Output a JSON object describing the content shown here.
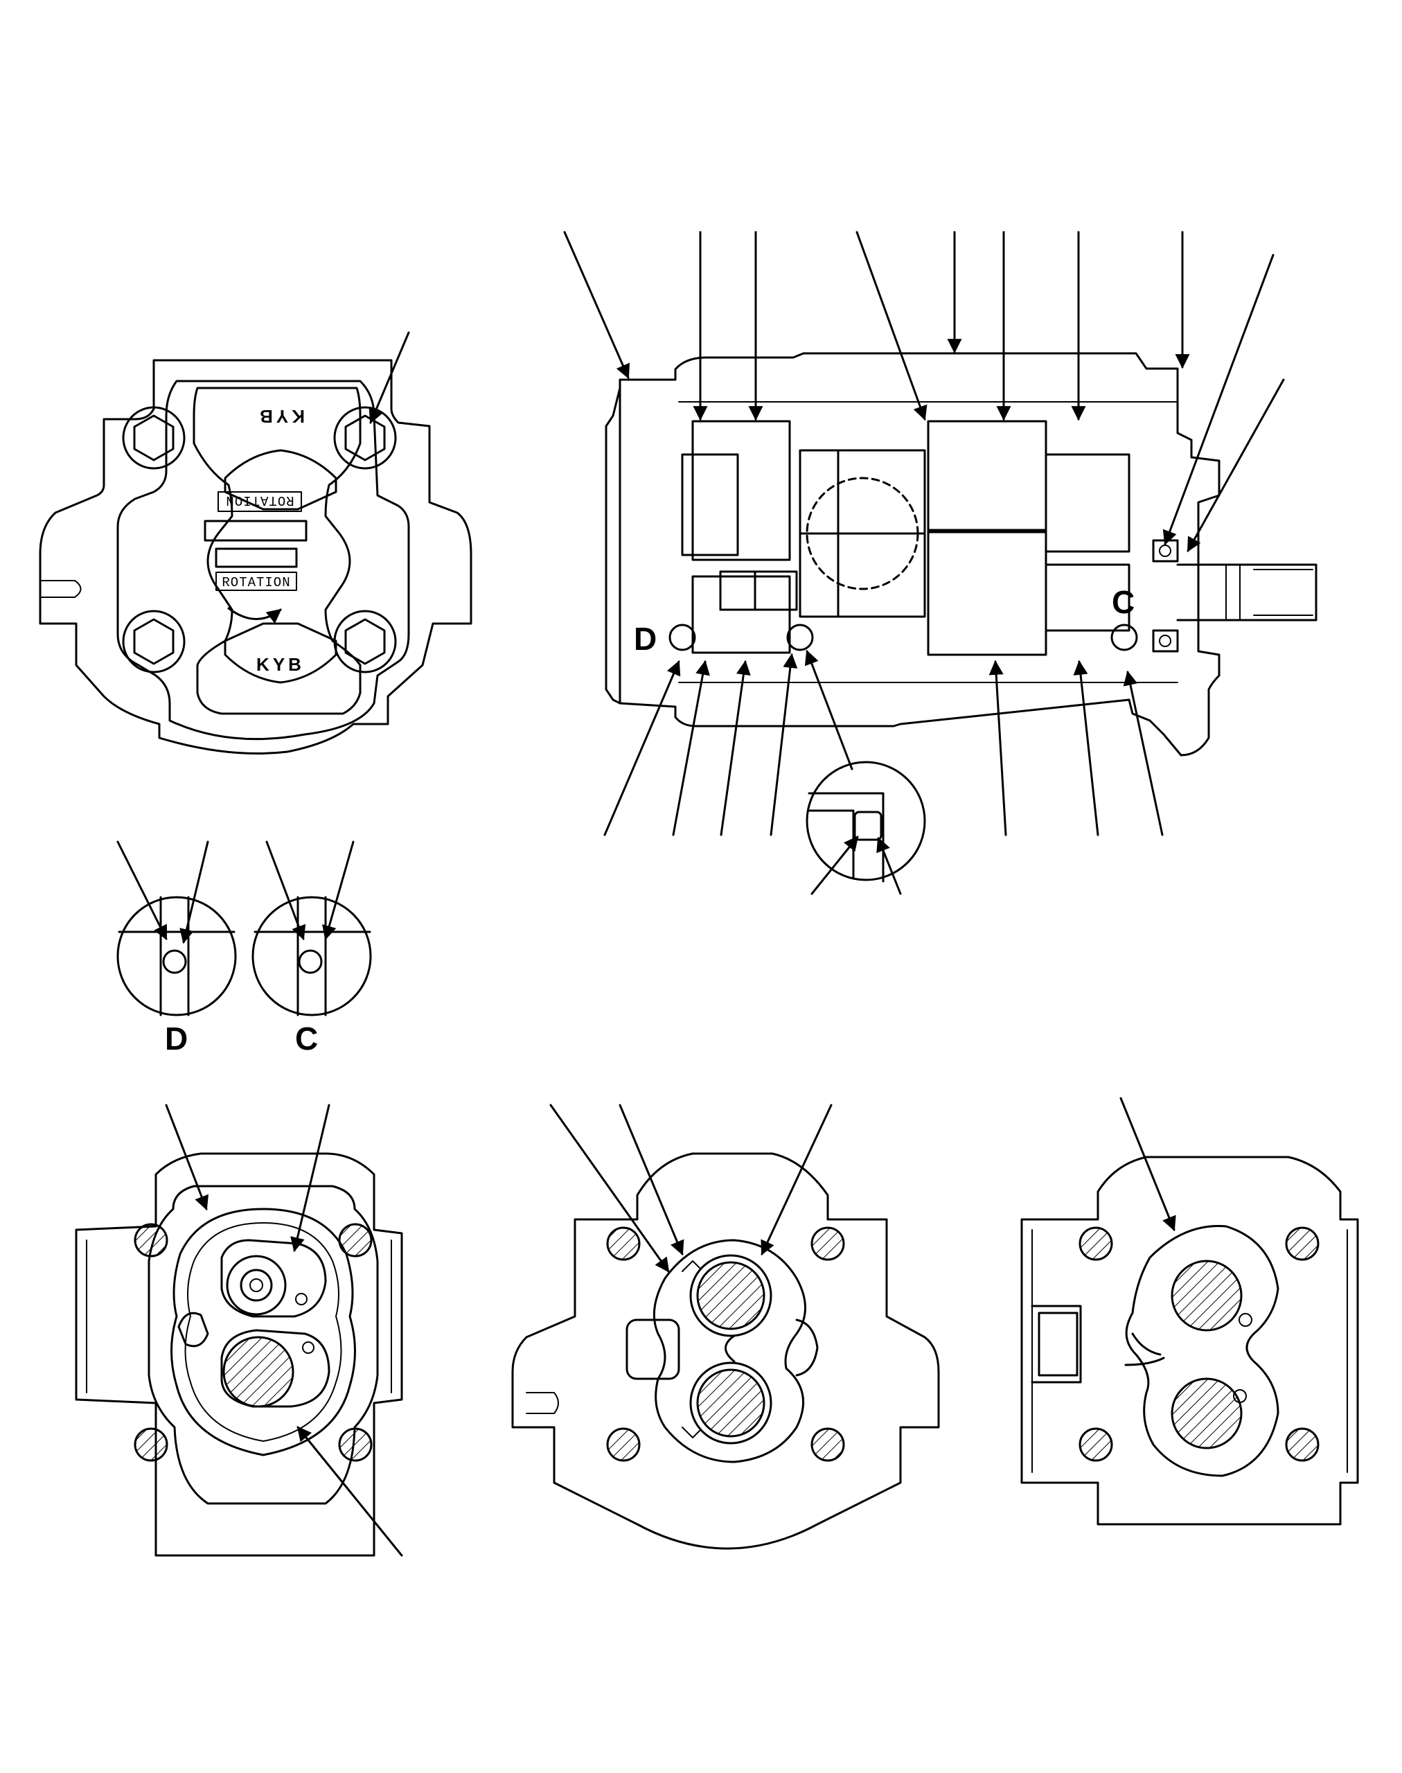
{
  "labels": {
    "detail_d": "D",
    "detail_c": "C",
    "section_d": "D",
    "section_c": "C"
  },
  "front_view": {
    "logo_top": "KYB",
    "logo_bottom": "KYB",
    "plate_upper": "ROTATION",
    "plate_lower": "ROTATION"
  }
}
